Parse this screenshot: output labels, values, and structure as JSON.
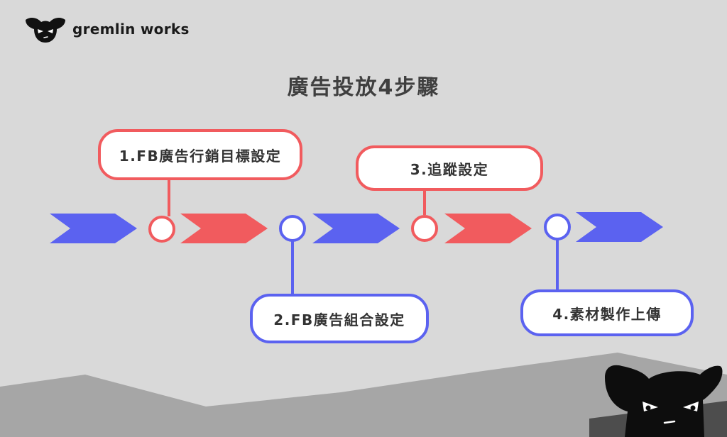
{
  "brand": {
    "name": "gremlin works",
    "logo_icon": "gremlin-face-icon"
  },
  "title": "廣告投放4步驟",
  "steps": [
    {
      "label": "1.FB廣告行銷目標設定",
      "color": "#f15b5e"
    },
    {
      "label": "2.FB廣告組合設定",
      "color": "#5b62f0"
    },
    {
      "label": "3.追蹤設定",
      "color": "#f15b5e"
    },
    {
      "label": "4.素材製作上傳",
      "color": "#5b62f0"
    }
  ],
  "colors": {
    "accent_red": "#f15b5e",
    "accent_blue": "#5b62f0",
    "background": "#d9d9d9",
    "mountains": "#a6a6a6"
  }
}
